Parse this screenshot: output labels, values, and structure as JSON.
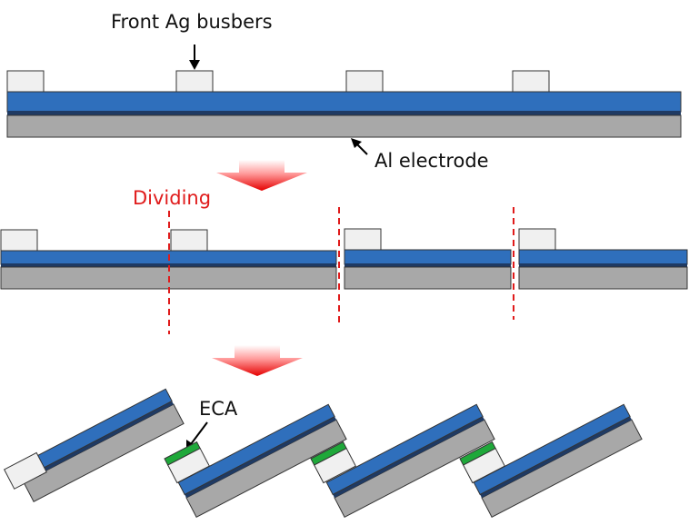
{
  "labels": {
    "busbars": "Front Ag busbers",
    "electrode": "Al electrode",
    "dividing": "Dividing",
    "eca": "ECA"
  },
  "colors": {
    "blue": "#2f6fbc",
    "dark_blue": "#1f3a63",
    "gray": "#a8a8a8",
    "busbar": "#f0f0f0",
    "eca": "#1fa83a",
    "red": "#e01b1b"
  }
}
